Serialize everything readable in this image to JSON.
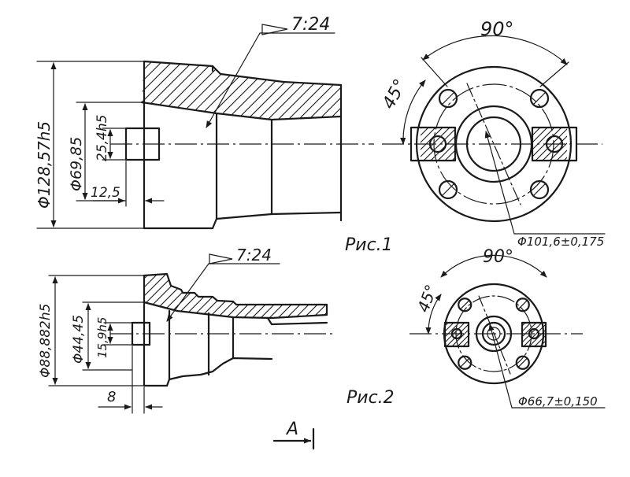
{
  "figure1": {
    "caption": "Рис.1",
    "taper_label": "7:24",
    "dim_outer": "Φ128,57h5",
    "dim_bore": "Φ69,85",
    "dim_slot_width": "25,4h5",
    "dim_slot_depth": "12,5",
    "angle_90": "90°",
    "angle_45": "45°",
    "bolt_circle": "Φ101,6±0,175"
  },
  "figure2": {
    "caption": "Рис.2",
    "taper_label": "7:24",
    "dim_outer": "Φ88,882h5",
    "dim_bore": "Φ44,45",
    "dim_slot_width": "15,9h5",
    "dim_slot_depth": "8",
    "angle_90": "90°",
    "angle_45": "45°",
    "bolt_circle": "Φ66,7±0,150"
  },
  "view_marker": "A"
}
